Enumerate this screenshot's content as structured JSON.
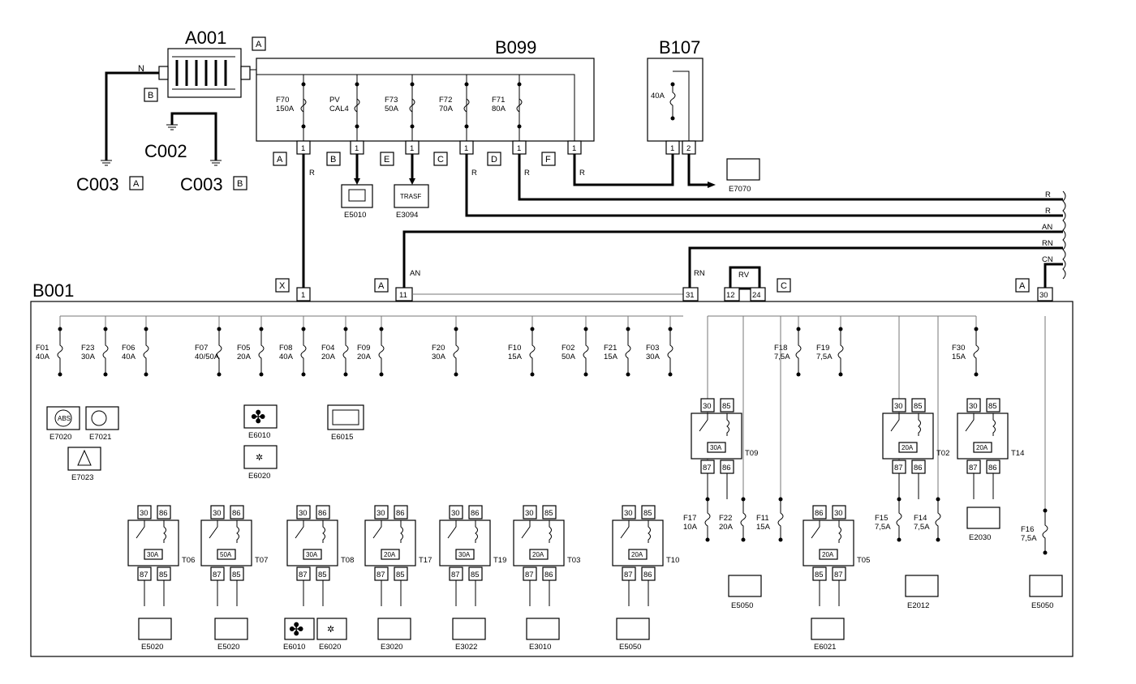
{
  "components": {
    "battery": "A001",
    "main_fusebox": "B099",
    "fuse_40a_box": "B107",
    "engine_fusebox": "B001",
    "ground_node": "C002",
    "ground_a": "C003",
    "ground_b": "C003"
  },
  "connector_tags": {
    "a001_a": "A",
    "a001_b": "B",
    "ground_a": "A",
    "ground_b": "B",
    "b099": [
      "A",
      "B",
      "E",
      "C",
      "D",
      "F"
    ],
    "b001_x": "X",
    "b001_a1": "A",
    "b001_c": "C",
    "b001_a2": "A"
  },
  "b099_fuses": [
    {
      "name": "F70",
      "rating": "150A"
    },
    {
      "name": "PV",
      "rating": "CAL4"
    },
    {
      "name": "F73",
      "rating": "50A"
    },
    {
      "name": "F72",
      "rating": "70A"
    },
    {
      "name": "F71",
      "rating": "80A"
    }
  ],
  "b107_fuse": "40A",
  "pins": {
    "one": "1",
    "two": "2",
    "eleven": "11",
    "thirtyone": "31",
    "twelve": "12",
    "twentyfour": "24",
    "thirty": "30",
    "eightyfive": "85",
    "eightysix": "86",
    "eightyseven": "87"
  },
  "wires": {
    "battery_neg": "N",
    "r": "R",
    "an": "AN",
    "rn": "RN",
    "cn": "CN",
    "rv": "RV"
  },
  "b001_fuses": [
    {
      "name": "F01",
      "rating": "40A"
    },
    {
      "name": "F23",
      "rating": "30A"
    },
    {
      "name": "F06",
      "rating": "40A"
    },
    {
      "name": "F07",
      "rating": "40/50A"
    },
    {
      "name": "F05",
      "rating": "20A"
    },
    {
      "name": "F08",
      "rating": "40A"
    },
    {
      "name": "F04",
      "rating": "20A"
    },
    {
      "name": "F09",
      "rating": "20A"
    },
    {
      "name": "F20",
      "rating": "30A"
    },
    {
      "name": "F10",
      "rating": "15A"
    },
    {
      "name": "F02",
      "rating": "50A"
    },
    {
      "name": "F21",
      "rating": "15A"
    },
    {
      "name": "F03",
      "rating": "30A"
    },
    {
      "name": "F18",
      "rating": "7,5A"
    },
    {
      "name": "F19",
      "rating": "7,5A"
    },
    {
      "name": "F30",
      "rating": "15A"
    },
    {
      "name": "F17",
      "rating": "10A"
    },
    {
      "name": "F22",
      "rating": "20A"
    },
    {
      "name": "F11",
      "rating": "15A"
    },
    {
      "name": "F15",
      "rating": "7,5A"
    },
    {
      "name": "F14",
      "rating": "7,5A"
    },
    {
      "name": "F16",
      "rating": "7,5A"
    }
  ],
  "relays": [
    {
      "name": "T06",
      "rating": "30A"
    },
    {
      "name": "T07",
      "rating": "50A"
    },
    {
      "name": "T08",
      "rating": "30A"
    },
    {
      "name": "T17",
      "rating": "20A"
    },
    {
      "name": "T19",
      "rating": "30A"
    },
    {
      "name": "T03",
      "rating": "20A"
    },
    {
      "name": "T10",
      "rating": "20A"
    },
    {
      "name": "T09",
      "rating": "30A"
    },
    {
      "name": "T05",
      "rating": "20A"
    },
    {
      "name": "T02",
      "rating": "20A"
    },
    {
      "name": "T14",
      "rating": "20A"
    }
  ],
  "loads": {
    "e5010": "E5010",
    "e3094": "E3094",
    "trasf": "TRASF",
    "e7070": "E7070",
    "e7020": "E7020",
    "abs": "ABS",
    "e7021": "E7021",
    "e7023": "E7023",
    "e6010a": "E6010",
    "e6020a": "E6020",
    "e6015": "E6015",
    "e5020a": "E5020",
    "e5020b": "E5020",
    "e6010b": "E6010",
    "e6020b": "E6020",
    "e3020": "E3020",
    "e3022": "E3022",
    "e3010": "E3010",
    "e5050a": "E5050",
    "e5050b": "E5050",
    "e6021": "E6021",
    "e2012": "E2012",
    "e2030": "E2030",
    "e5050c": "E5050"
  }
}
